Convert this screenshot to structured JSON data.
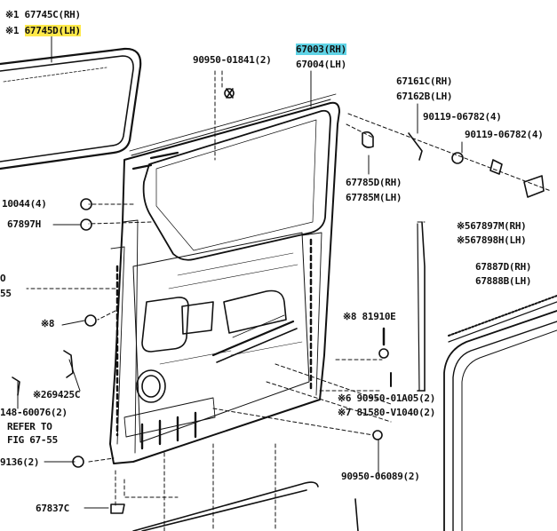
{
  "labels": {
    "l_67745c": "※1 67745C(RH)",
    "l_67745d_prefix": "※1 ",
    "l_67745d": "67745D(LH)",
    "l_90950_01841": "90950-01841(2)",
    "l_67003": "67003(RH)",
    "l_67004": "67004(LH)",
    "l_67161c": "67161C(RH)",
    "l_67162b": "67162B(LH)",
    "l_90119_a": "90119-06782(4)",
    "l_90119_b": "90119-06782(4)",
    "l_67785d": "67785D(RH)",
    "l_67785m": "67785M(LH)",
    "l_10044": "10044(4)",
    "l_67897h": "67897H",
    "l_67897m": "※567897M(RH)",
    "l_67898h": "※567898H(LH)",
    "l_frag_o": "O",
    "l_frag_55": "55",
    "l_67887d": "67887D(RH)",
    "l_67888b": "67888B(LH)",
    "l_8": "※8",
    "l_81910e": "※8 81910E",
    "l_69425c": "※269425C",
    "l_90950_01a05": "※6 90950-01A05(2)",
    "l_81580": "※7 81580-V1040(2)",
    "l_60076": "148-60076(2)",
    "l_refer": "REFER TO",
    "l_fig": "FIG 67-55",
    "l_9136": "9136(2)",
    "l_90950_06089": "90950-06089(2)",
    "l_67837c": "67837C"
  }
}
